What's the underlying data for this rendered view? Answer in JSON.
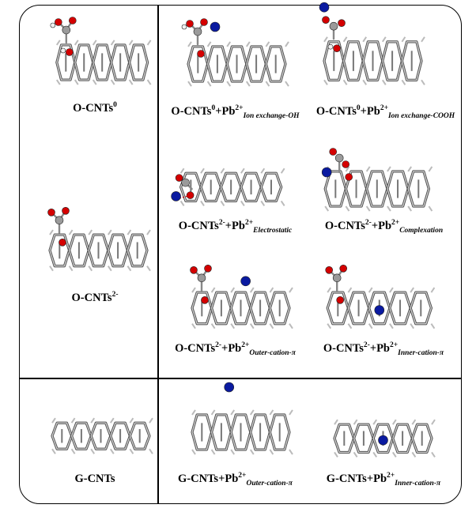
{
  "panels": [
    {
      "base": "O-CNTs",
      "sup": "0",
      "plus": "",
      "ion": "",
      "ion_sup": "",
      "sub": ""
    },
    {
      "base": "O-CNTs",
      "sup": "2-",
      "plus": "",
      "ion": "",
      "ion_sup": "",
      "sub": ""
    },
    {
      "base": "O-CNTs",
      "sup": "0",
      "plus": "+",
      "ion": "Pb",
      "ion_sup": "2+",
      "sub": "Ion exchange-OH"
    },
    {
      "base": "O-CNTs",
      "sup": "0",
      "plus": "+",
      "ion": "Pb",
      "ion_sup": "2+",
      "sub": "Ion exchange-COOH"
    },
    {
      "base": "O-CNTs",
      "sup": "2-",
      "plus": "+",
      "ion": "Pb",
      "ion_sup": "2+",
      "sub": "Electrostatic"
    },
    {
      "base": "O-CNTs",
      "sup": "2-",
      "plus": "+",
      "ion": "Pb",
      "ion_sup": "2+",
      "sub": "Complexation"
    },
    {
      "base": "O-CNTs",
      "sup": "2-",
      "plus": "+",
      "ion": "Pb",
      "ion_sup": "2+",
      "sub": "Outer-cation-π"
    },
    {
      "base": "O-CNTs",
      "sup": "2-",
      "plus": "+",
      "ion": "Pb",
      "ion_sup": "2+",
      "sub": "Inner-cation-π"
    },
    {
      "base": "G-CNTs",
      "sup": "",
      "plus": "",
      "ion": "",
      "ion_sup": "",
      "sub": ""
    },
    {
      "base": "G-CNTs",
      "sup": "",
      "plus": "+",
      "ion": "Pb",
      "ion_sup": "2+",
      "sub": "Outer-cation-π"
    },
    {
      "base": "G-CNTs",
      "sup": "",
      "plus": "+",
      "ion": "Pb",
      "ion_sup": "2+",
      "sub": "Inner-cation-π"
    }
  ],
  "colors": {
    "oxygen": "#d40000",
    "hydrogen": "#f0f0f0",
    "carbon_group": "#9a9a9a",
    "lead": "#0a1aa0",
    "tube": "#505050"
  }
}
